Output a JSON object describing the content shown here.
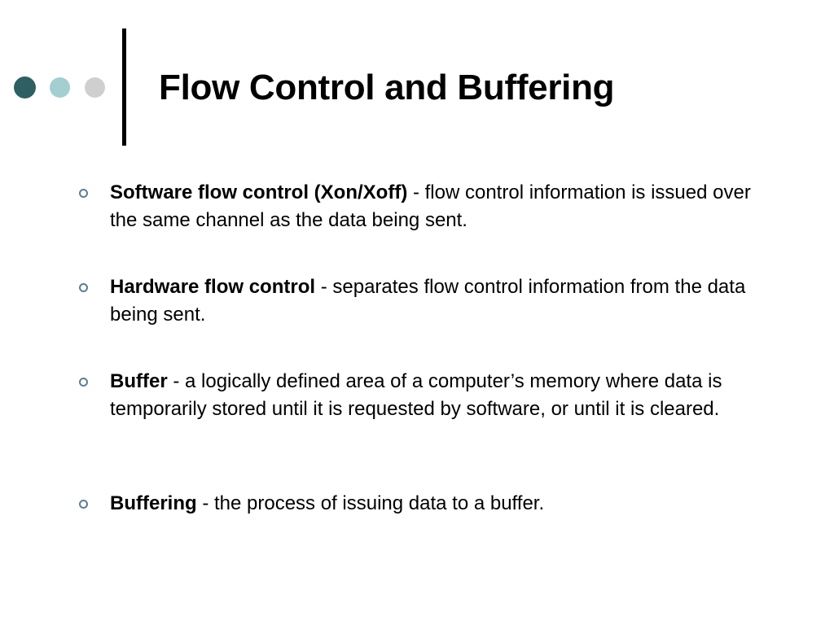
{
  "slide": {
    "title": "Flow Control and Buffering",
    "decoration_colors": [
      "#2f5f62",
      "#a3ced2",
      "#cfcfcf"
    ],
    "bullet_marker_color": "#5b7f8f",
    "bullets": [
      {
        "term": "Software flow control (Xon/Xoff)",
        "definition": " - flow control information is issued over the same channel as the data being sent."
      },
      {
        "term": "Hardware flow control",
        "definition": " - separates flow control information from the data being sent."
      },
      {
        "term": "Buffer",
        "definition": " - a logically defined area of a computer’s memory where data is temporarily stored until it is requested by software, or until it is cleared."
      },
      {
        "term": "Buffering",
        "definition": " - the process of issuing data to a buffer."
      }
    ]
  }
}
